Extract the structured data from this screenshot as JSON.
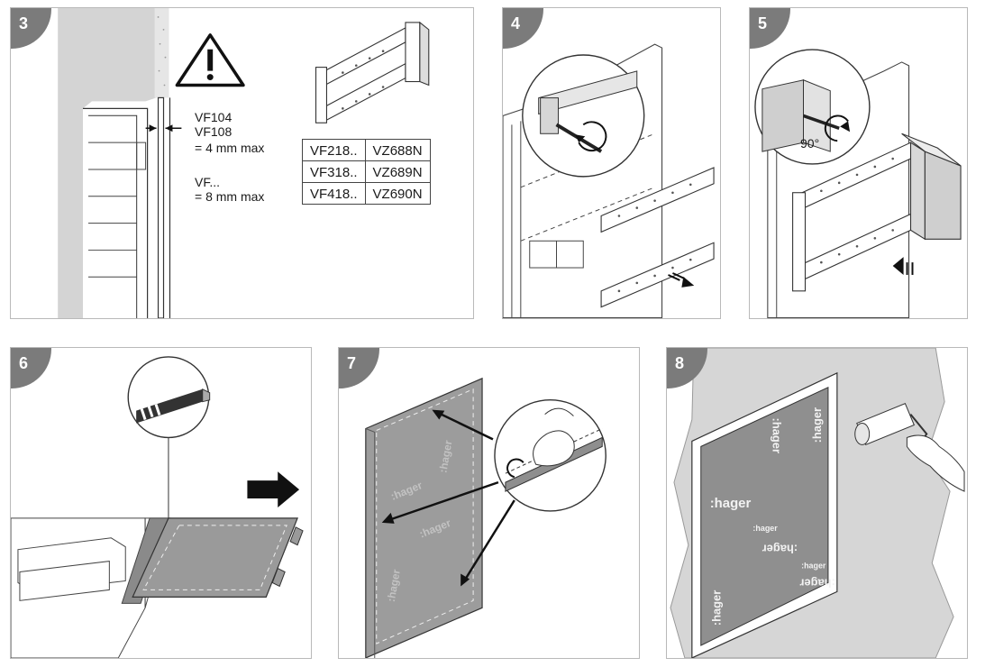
{
  "steps": [
    {
      "number": "3"
    },
    {
      "number": "4"
    },
    {
      "number": "5"
    },
    {
      "number": "6"
    },
    {
      "number": "7"
    },
    {
      "number": "8"
    }
  ],
  "step3": {
    "models_a": [
      "VF104",
      "VF108"
    ],
    "max_a": "= 4 mm max",
    "model_b": "VF...",
    "max_b": "= 8 mm max",
    "table": [
      [
        "VF218..",
        "VZ688N"
      ],
      [
        "VF318..",
        "VZ689N"
      ],
      [
        "VF418..",
        "VZ690N"
      ]
    ]
  },
  "step5": {
    "angle": "90°"
  },
  "brand": ":hager",
  "colors": {
    "badge": "#7b7b7b",
    "wall": "#d4d4d4",
    "panel_border": "#b9b9b9",
    "arrow": "#111111"
  }
}
